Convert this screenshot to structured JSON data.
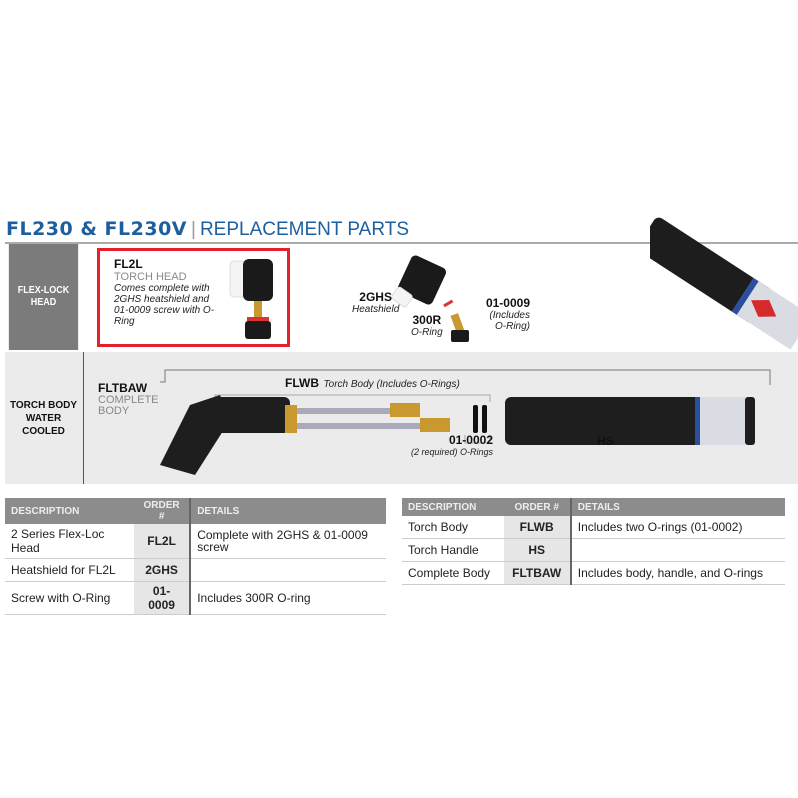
{
  "title": {
    "models": "FL230 & FL230V",
    "separator": "|",
    "section": "REPLACEMENT PARTS"
  },
  "rows": [
    {
      "label": "FLEX-LOCK HEAD"
    },
    {
      "label": "TORCH BODY WATER COOLED"
    }
  ],
  "flex_lock": {
    "fl2l": {
      "code": "FL2L",
      "name": "TORCH HEAD",
      "desc": "Comes complete with 2GHS heatshield and 01-0009 screw with O-Ring"
    },
    "ghs": {
      "code": "2GHS",
      "name": "Heatshield"
    },
    "r300": {
      "code": "300R",
      "name": "O-Ring"
    },
    "screw": {
      "code": "01-0009",
      "name": "(Includes O-Ring)"
    }
  },
  "torch_body": {
    "fltbaw": {
      "code": "FLTBAW",
      "name": "COMPLETE BODY"
    },
    "flwb": {
      "code": "FLWB",
      "name": "Torch Body (Includes O-Rings)"
    },
    "oring": {
      "code": "01-0002",
      "name": "(2 required) O-Rings"
    },
    "hs": {
      "code": "HS",
      "name": "Torch Handle"
    }
  },
  "table_left": {
    "headers": [
      "DESCRIPTION",
      "ORDER #",
      "DETAILS"
    ],
    "rows": [
      [
        "2 Series Flex-Loc Head",
        "FL2L",
        "Complete with 2GHS & 01-0009 screw"
      ],
      [
        "Heatshield for FL2L",
        "2GHS",
        ""
      ],
      [
        "Screw with O-Ring",
        "01-0009",
        "Includes 300R O-ring"
      ]
    ]
  },
  "table_right": {
    "headers": [
      "DESCRIPTION",
      "ORDER #",
      "DETAILS"
    ],
    "rows": [
      [
        "Torch Body",
        "FLWB",
        "Includes two O-rings (01-0002)"
      ],
      [
        "Torch Handle",
        "HS",
        ""
      ],
      [
        "Complete Body",
        "FLTBAW",
        "Includes body, handle, and O-rings"
      ]
    ]
  },
  "colors": {
    "title_blue": "#1d5f9e",
    "highlight_red": "#e4202a",
    "header_grey": "#8c8c8c"
  }
}
